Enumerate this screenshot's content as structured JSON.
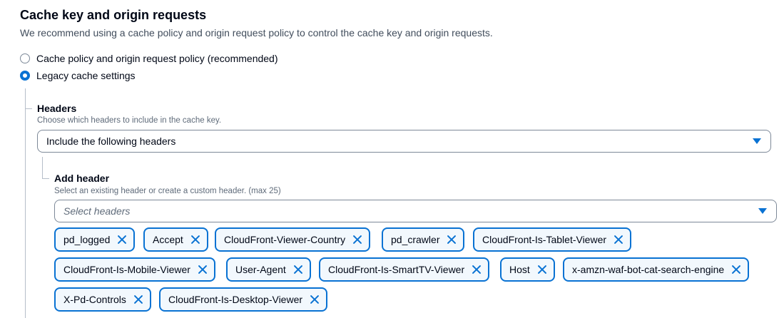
{
  "section": {
    "title": "Cache key and origin requests",
    "description": "We recommend using a cache policy and origin request policy to control the cache key and origin requests."
  },
  "radios": [
    {
      "label": "Cache policy and origin request policy (recommended)",
      "checked": false
    },
    {
      "label": "Legacy cache settings",
      "checked": true
    }
  ],
  "headers": {
    "label": "Headers",
    "description": "Choose which headers to include in the cache key.",
    "selected": "Include the following headers"
  },
  "add_header": {
    "label": "Add header",
    "description": "Select an existing header or create a custom header. (max 25)",
    "placeholder": "Select headers"
  },
  "tags": [
    "pd_logged",
    "Accept",
    "CloudFront-Viewer-Country",
    "pd_crawler",
    "CloudFront-Is-Tablet-Viewer",
    "CloudFront-Is-Mobile-Viewer",
    "User-Agent",
    "CloudFront-Is-SmartTV-Viewer",
    "Host",
    "x-amzn-waf-bot-cat-search-engine",
    "X-Pd-Controls",
    "CloudFront-Is-Desktop-Viewer"
  ],
  "colors": {
    "accent": "#0972d3",
    "tag_background": "#f2f8fd",
    "text": "#000716"
  }
}
